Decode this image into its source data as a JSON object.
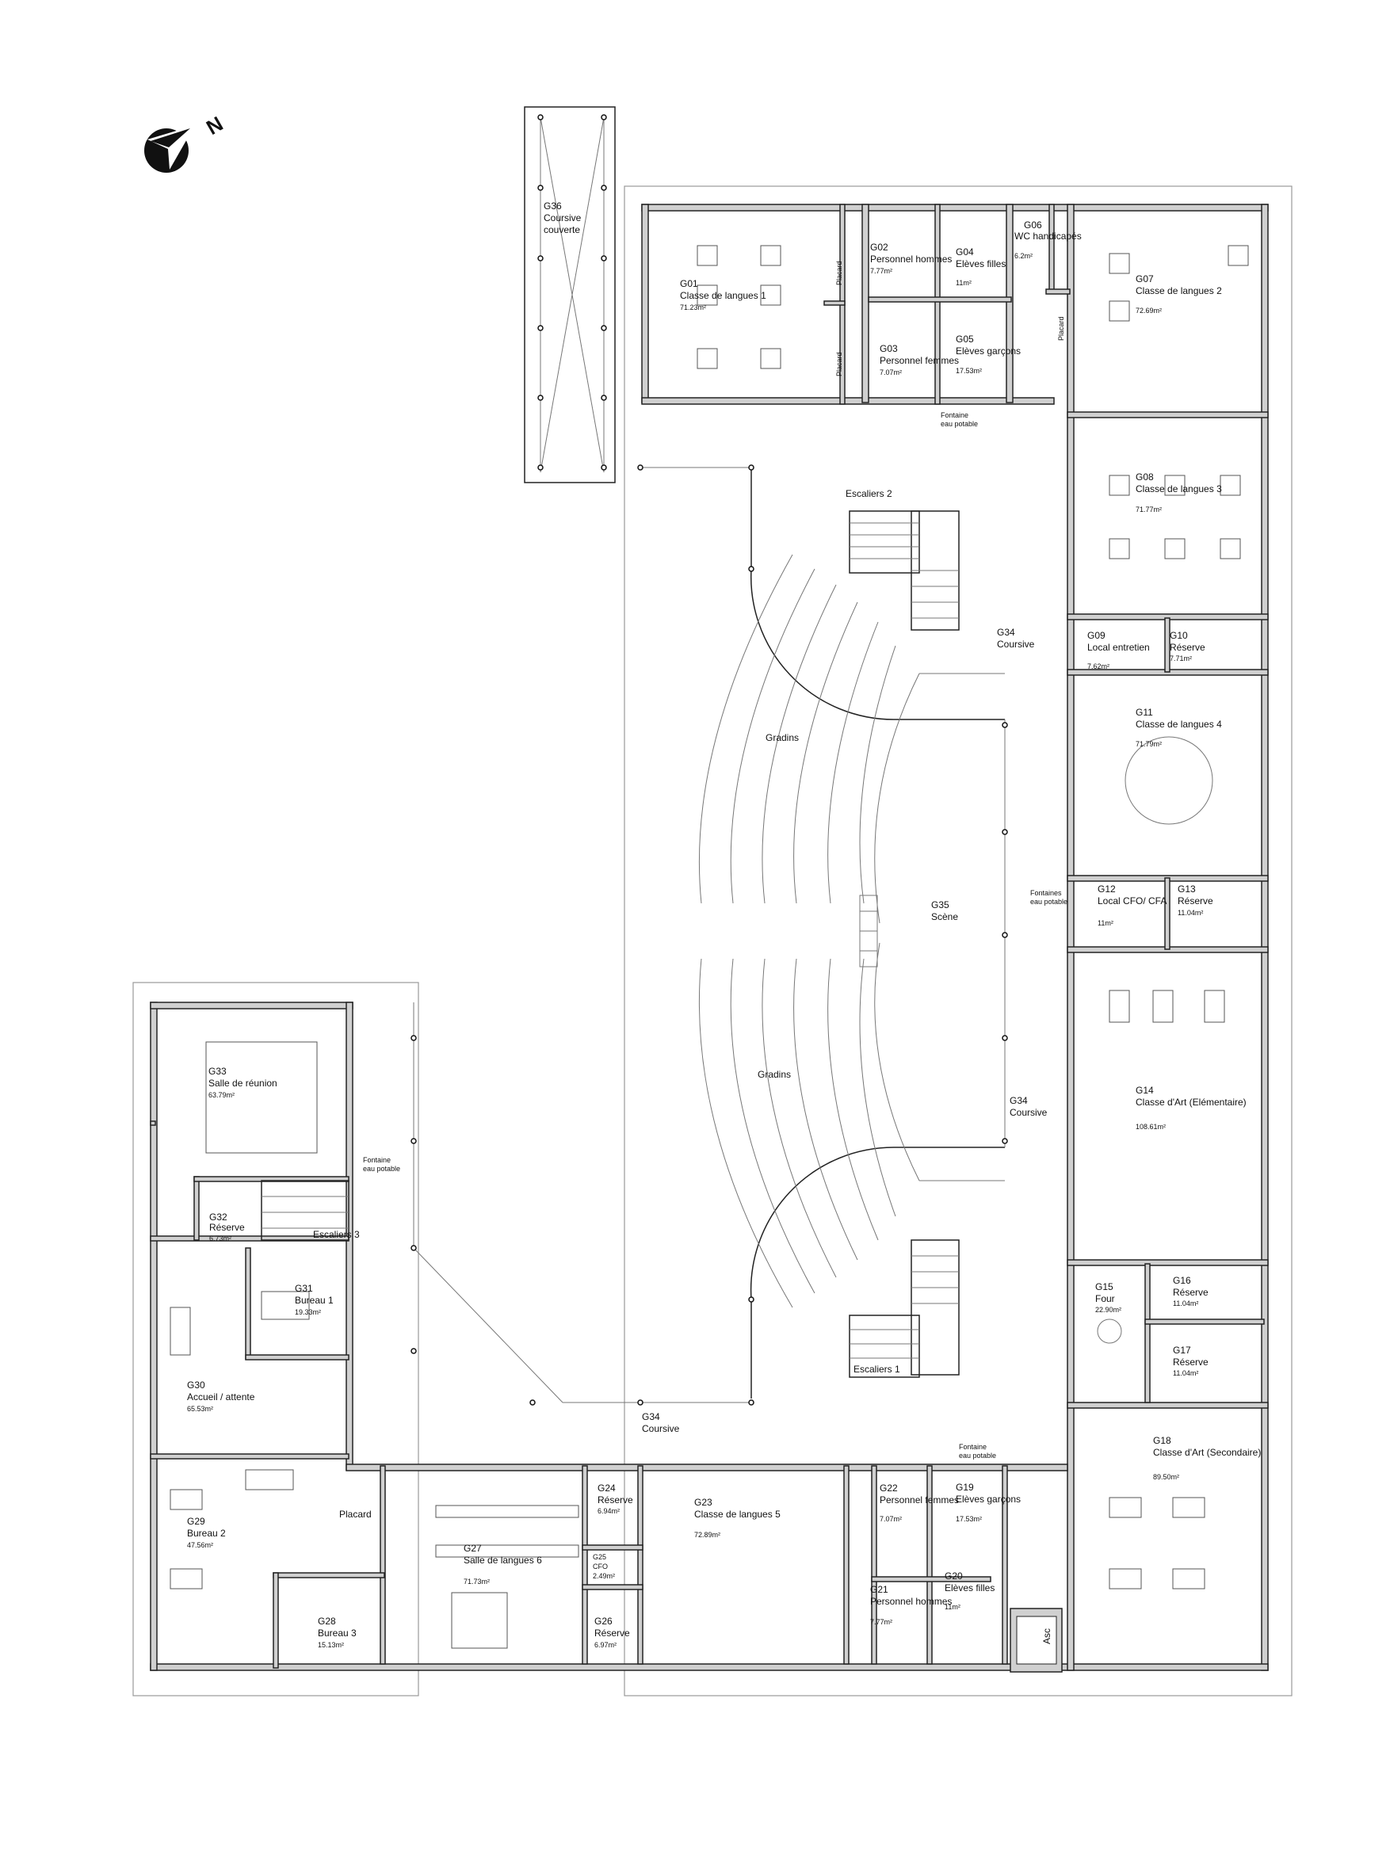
{
  "north": {
    "icon": "north-arrow-icon",
    "letter": "N"
  },
  "rooms": [
    {
      "id": "G01",
      "name": "Classe de langues 1",
      "area": "71.23m²"
    },
    {
      "id": "G02",
      "name": "Personnel hommes",
      "area": "7.77m²"
    },
    {
      "id": "G03",
      "name": "Personnel femmes",
      "area": "7.07m²"
    },
    {
      "id": "G04",
      "name": "Elèves filles",
      "area": "11m²"
    },
    {
      "id": "G05",
      "name": "Elèves garçons",
      "area": "17.53m²"
    },
    {
      "id": "G06",
      "name": "WC handicapés",
      "area": "6.2m²"
    },
    {
      "id": "G07",
      "name": "Classe de langues 2",
      "area": "72.69m²"
    },
    {
      "id": "G08",
      "name": "Classe de langues 3",
      "area": "71.77m²"
    },
    {
      "id": "G09",
      "name": "Local entretien",
      "area": "7.62m²"
    },
    {
      "id": "G10",
      "name": "Réserve",
      "area": "7.71m²"
    },
    {
      "id": "G11",
      "name": "Classe de langues 4",
      "area": "71.79m²"
    },
    {
      "id": "G12",
      "name": "Local CFO/ CFA",
      "area": "11m²"
    },
    {
      "id": "G13",
      "name": "Réserve",
      "area": "11.04m²"
    },
    {
      "id": "G14",
      "name": "Classe d'Art (Elémentaire)",
      "area": "108.61m²"
    },
    {
      "id": "G15",
      "name": "Four",
      "area": "22.90m²"
    },
    {
      "id": "G16",
      "name": "Réserve",
      "area": "11.04m²"
    },
    {
      "id": "G17",
      "name": "Réserve",
      "area": "11.04m²"
    },
    {
      "id": "G18",
      "name": "Classe d'Art (Secondaire)",
      "area": "89.50m²"
    },
    {
      "id": "G19",
      "name": "Elèves garçons",
      "area": "17.53m²"
    },
    {
      "id": "G20",
      "name": "Elèves filles",
      "area": "11m²"
    },
    {
      "id": "G21",
      "name": "Personnel hommes",
      "area": "7.77m²"
    },
    {
      "id": "G22",
      "name": "Personnel femmes",
      "area": "7.07m²"
    },
    {
      "id": "G23",
      "name": "Classe de langues 5",
      "area": "72.89m²"
    },
    {
      "id": "G24",
      "name": "Réserve",
      "area": "6.94m²"
    },
    {
      "id": "G25",
      "name": "CFO",
      "area": "2.49m²"
    },
    {
      "id": "G26",
      "name": "Réserve",
      "area": "6.97m²"
    },
    {
      "id": "G27",
      "name": "Salle de langues 6",
      "area": "71.73m²"
    },
    {
      "id": "G28",
      "name": "Bureau 3",
      "area": "15.13m²"
    },
    {
      "id": "G29",
      "name": "Bureau 2",
      "area": "47.56m²"
    },
    {
      "id": "G30",
      "name": "Accueil / attente",
      "area": "65.53m²"
    },
    {
      "id": "G31",
      "name": "Bureau 1",
      "area": "19.33m²"
    },
    {
      "id": "G32",
      "name": "Réserve",
      "area": "6.73m²"
    },
    {
      "id": "G33",
      "name": "Salle de réunion",
      "area": "63.79m²"
    }
  ],
  "labels": {
    "g34": "G34",
    "coursive": "Coursive",
    "g35": "G35",
    "scene": "Scène",
    "gradins": "Gradins",
    "escaliers1": "Escaliers 1",
    "escaliers2": "Escaliers 2",
    "escaliers3": "Escaliers 3",
    "g36": "G36",
    "coursive_couverte_1": "Coursive",
    "coursive_couverte_2": "couverte",
    "placard": "Placard",
    "fontaine": "Fontaine",
    "eau_potable": "eau potable",
    "fontaines": "Fontaines",
    "asc": "Asc"
  }
}
